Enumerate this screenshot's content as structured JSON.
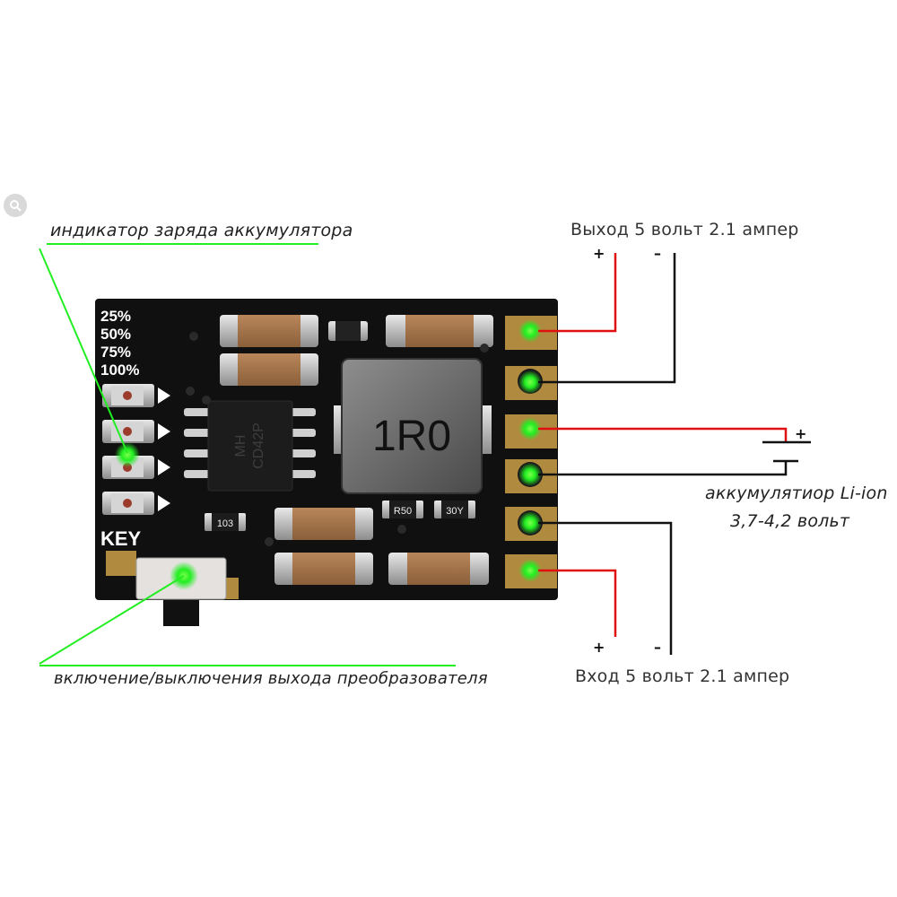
{
  "labels": {
    "charge_indicator": "индикатор заряда аккумулятора",
    "output": "Выход 5 вольт 2.1 ампер",
    "battery_line1": "аккумулятиор Li-ion",
    "battery_line2": "3,7-4,2 вольт",
    "input": "Вход 5 вольт 2.1 ампер",
    "switch": "включение/выключения выхода преобразователя"
  },
  "signs": {
    "plus": "+",
    "minus": "–"
  },
  "board": {
    "levels": [
      "25%",
      "50%",
      "75%",
      "100%"
    ],
    "key": "KEY",
    "inductor": "1R0",
    "chip_line1": "MH",
    "chip_line2": "CD42P",
    "res_103": "103",
    "res_r50": "R50",
    "res_30y": "30Y"
  },
  "icons": {
    "zoom": "magnifier-icon"
  },
  "colors": {
    "highlight": "#22ee22",
    "positive_wire": "#e01010",
    "negative_wire": "#111111",
    "pcb": "#101010"
  }
}
